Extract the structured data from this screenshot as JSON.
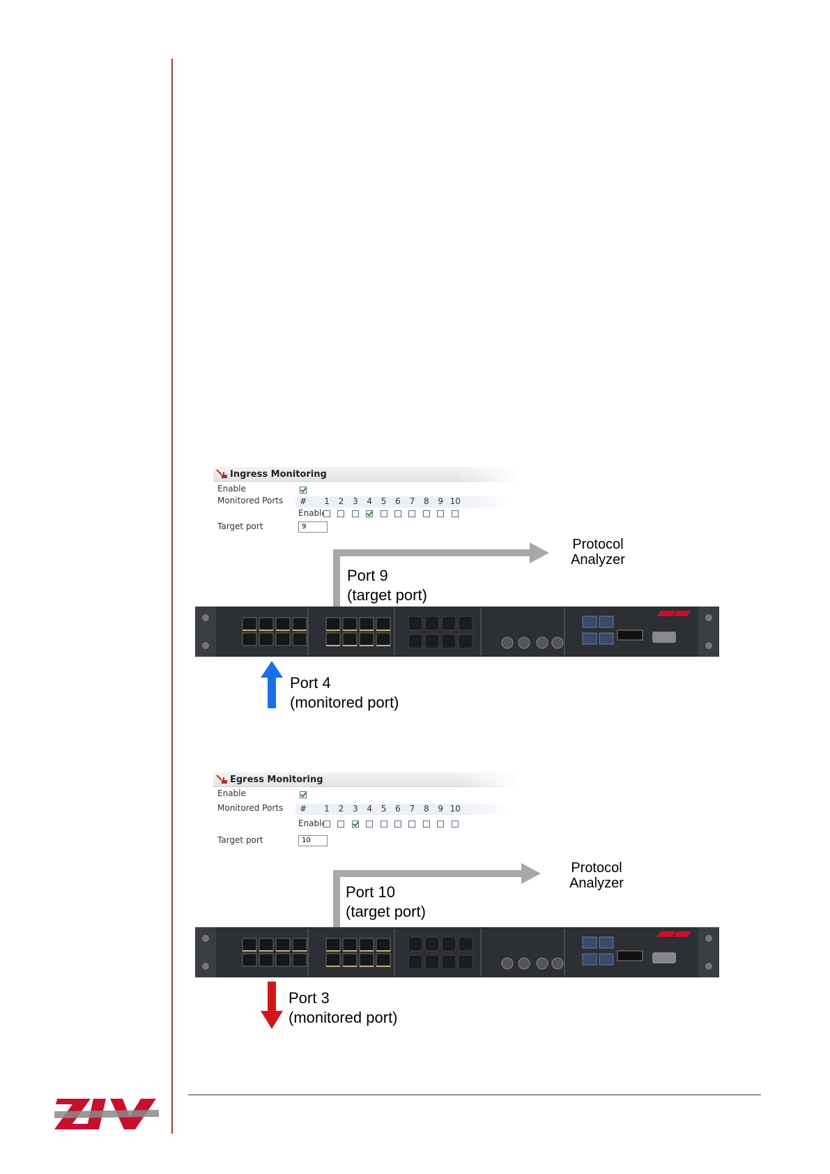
{
  "ingress": {
    "title": "Ingress Monitoring",
    "enable_label": "Enable",
    "enable_checked": true,
    "monitored_ports_label": "Monitored Ports",
    "hash_label": "#",
    "row_enable_label": "Enable",
    "ports": [
      "1",
      "2",
      "3",
      "4",
      "5",
      "6",
      "7",
      "8",
      "9",
      "10"
    ],
    "checked_port": "4",
    "target_port_label": "Target port",
    "target_port_value": "9"
  },
  "egress": {
    "title": "Egress Monitoring",
    "enable_label": "Enable",
    "enable_checked": true,
    "monitored_ports_label": "Monitored Ports",
    "hash_label": "#",
    "row_enable_label": "Enable",
    "ports": [
      "1",
      "2",
      "3",
      "4",
      "5",
      "6",
      "7",
      "8",
      "9",
      "10"
    ],
    "checked_port": "3",
    "target_port_label": "Target port",
    "target_port_value": "10"
  },
  "diagram1": {
    "analyzer_line1": "Protocol",
    "analyzer_line2": "Analyzer",
    "target_line1": "Port 9",
    "target_line2": "(target port)",
    "monitored_line1": "Port 4",
    "monitored_line2": "(monitored port)"
  },
  "diagram2": {
    "analyzer_line1": "Protocol",
    "analyzer_line2": "Analyzer",
    "target_line1": "Port 10",
    "target_line2": "(target port)",
    "monitored_line1": "Port 3",
    "monitored_line2": "(monitored port)"
  },
  "colors": {
    "ingress_arrow": "#1a6ee8",
    "egress_arrow": "#d01818",
    "target_arrow": "#a8a8a8",
    "logo": "#c8102e"
  },
  "logo": {
    "name": "ziv-logo",
    "text": "ZIV"
  }
}
